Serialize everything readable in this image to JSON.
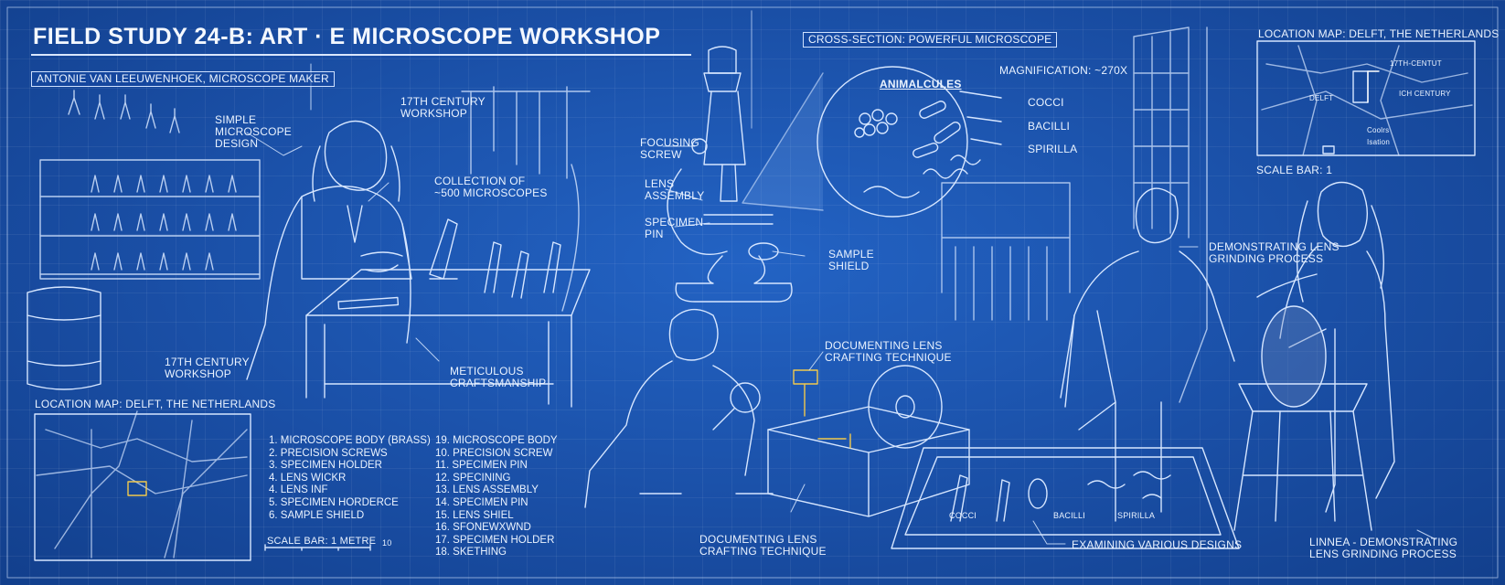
{
  "title": "FIELD STUDY 24-B: ART · E MICROSCOPE WORKSHOP",
  "labels": {
    "maker": "ANTONIE VAN LEEUWENHOEK, MICROSCOPE MAKER",
    "simple_design": "SIMPLE\nMICROSCOPE\nDESIGN",
    "workshop_top": "17th CENTURY\nWORKSHOP",
    "collection": "COLLECTION OF\n~500 MICROSCOPES",
    "workshop_left": "17th CENTURY\nWORKSHOP",
    "craftsmanship": "METICULOUS\nCRAFTSMANSHIP",
    "cross_section": "CROSS-SECTION: POWERFUL MICROSCOPE",
    "focusing_screw": "FOCUSING\nSCREW",
    "lens_assembly": "LENS\nASSEMBLY",
    "specimen_pin": "SPECIMEN\nPIN",
    "sample_shield": "SAMPLE\nSHIELD",
    "magnification": "MAGNIFICATION: ~270x",
    "animalcules": "ANIMALCULES",
    "cocci": "COCCI",
    "bacilli": "BACILLI",
    "spirilla": "SPIRILLA",
    "documenting_top": "DOCUMENTING LENS\nCRAFTING TECHNIQUE",
    "documenting_bottom": "DOCUMENTING LENS\nCRAFTING TECHNIQUE",
    "examining": "EXAMINING VARIOUS DESIGNS",
    "demonstrating": "DEMONSTRATING LENS\nGRINDING PROCESS",
    "linnea": "LINNEA - DEMONSTRATING\nLENS GRINDING PROCESS",
    "map_left_title": "LOCATION MAP: DELFT, THE NETHERLANDS",
    "map_right_title": "LOCATION MAP: DELFT, THE NETHERLANDS",
    "scale_right": "SCALE BAR: 1",
    "scale_left": "SCALE BAR: 1 METRE",
    "scale_left_end": "10",
    "tray_cocci": "COCCI",
    "tray_bacilli": "BACILLI",
    "tray_spirilla": "SPIRILLA",
    "map_delft": "DELFT",
    "map_17th": "17TH-CENTUT",
    "map_ich": "ICH CENTURY",
    "map_coolrs": "Coolrs\nIsation"
  },
  "parts_list_a": [
    "1. MICROSCOPE BODY (BRASS)",
    "2. PRECISION SCREWS",
    "3. SPECIMEN HOLDER",
    "4. LENS WICKR",
    "4. LENS INF",
    "5. SPECIMEN HORDERCE",
    "6. SAMPLE SHIELD"
  ],
  "parts_list_b": [
    "19. MICROSCOPE BODY",
    "10. PRECISION SCREW",
    "11. SPECIMEN PIN",
    "12. SPECINING",
    "13. LENS ASSEMBLY",
    "14. SPECIMEN PIN",
    "15. LENS SHIEL",
    "16. SFONEWXWND",
    "17. SPECIMEN HOLDER",
    "18. SKETHING"
  ],
  "colors": {
    "background": "#1a4fa6",
    "line": "#dbe8ff",
    "highlight": "#f2c94c"
  }
}
